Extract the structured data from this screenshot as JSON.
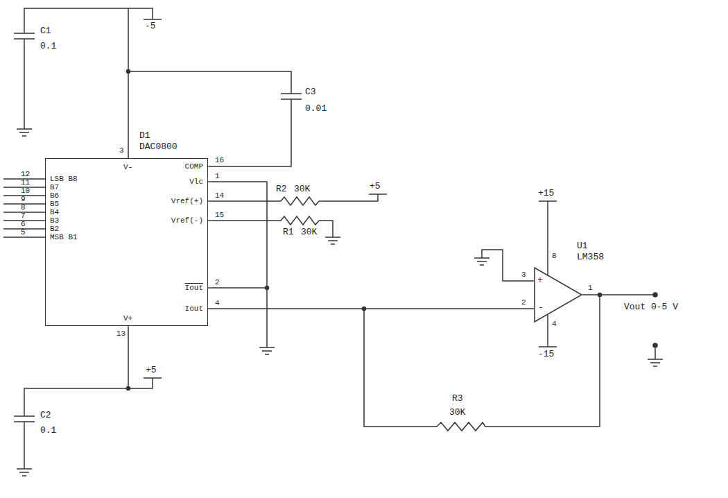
{
  "diagram": {
    "nodes": [
      {
        "text": [
          "D1",
          "DAC0800",
          "LSB B8",
          "B7",
          "B6",
          "B5",
          "B4",
          "B3",
          "B2",
          "MSB B1",
          "V-",
          "V+",
          "COMP",
          "Vlc",
          "Vref(+)",
          "Vref(-)",
          "Iout",
          "Iout"
        ]
      },
      {
        "text": [
          "+",
          "-"
        ]
      }
    ],
    "edges": [
      {
        "from": 0,
        "to": 1,
        "arrow": "none"
      }
    ],
    "labels": [
      "C1",
      "0.1",
      "-5",
      "C3",
      "0.01",
      "3",
      "16",
      "1",
      "14",
      "15",
      "2",
      "4",
      "12",
      "11",
      "10",
      "9",
      "8",
      "7",
      "6",
      "5",
      "13",
      "+5",
      "C2",
      "0.1",
      "R2",
      "30K",
      "+5",
      "R1",
      "30K",
      "U1",
      "LM358",
      "8",
      "+15",
      "3",
      "2",
      "1",
      "4",
      "-15",
      "R3",
      "30K",
      "Vout 0-5 V"
    ]
  }
}
